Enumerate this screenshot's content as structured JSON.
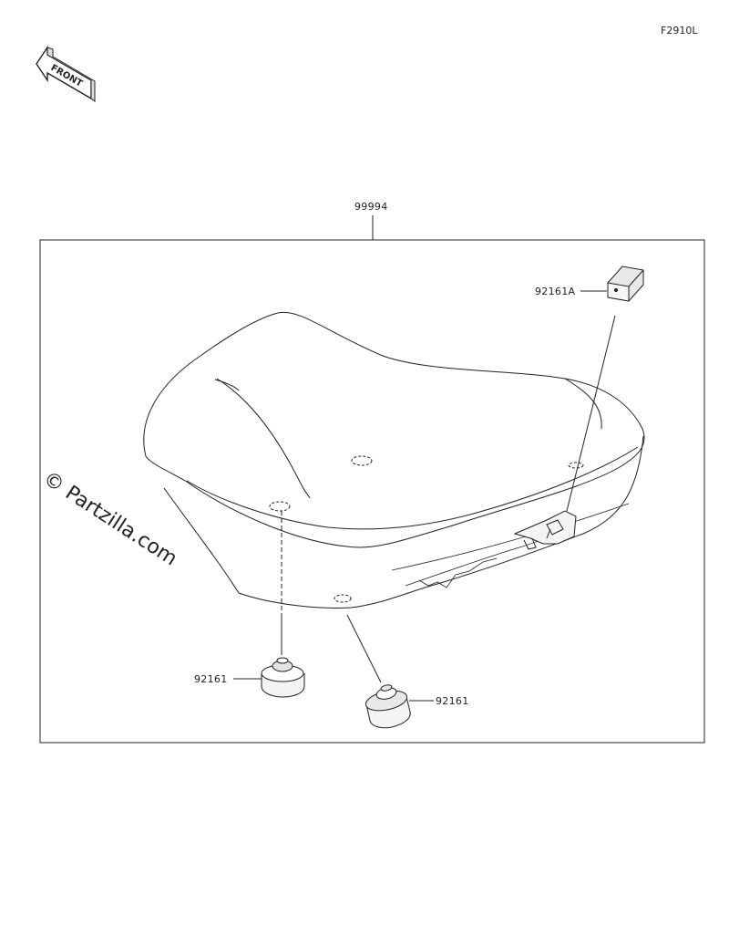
{
  "figure_code": "F2910L",
  "front_label": "FRONT",
  "watermark": "© Partzilla.com",
  "parts": {
    "assembly": "99994",
    "cap_top": "92161A",
    "damper_left": "92161",
    "damper_right": "92161"
  },
  "colors": {
    "line": "#222222",
    "watermark": "#111111",
    "background": "#ffffff"
  }
}
